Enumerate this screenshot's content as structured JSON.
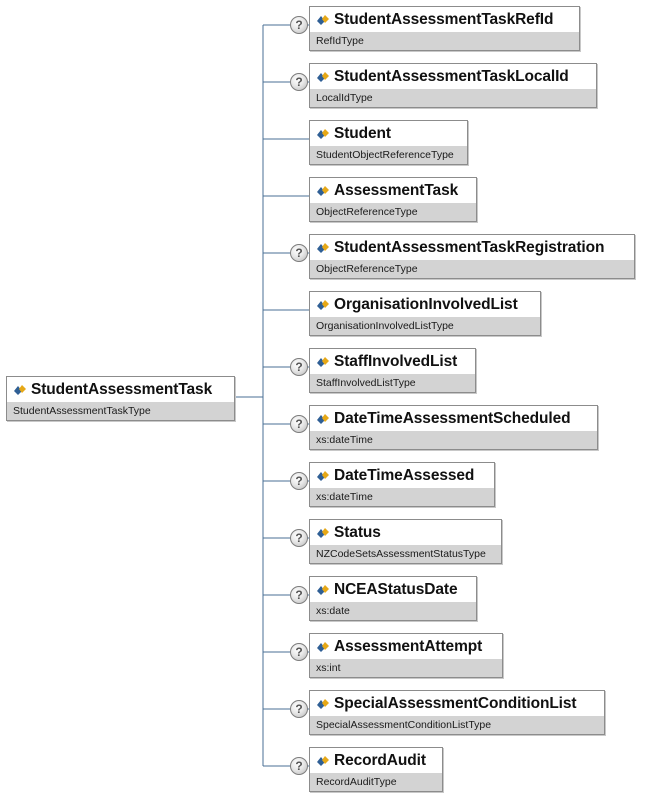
{
  "root": {
    "name": "StudentAssessmentTask",
    "type": "StudentAssessmentTaskType"
  },
  "children": [
    {
      "name": "StudentAssessmentTaskRefId",
      "type": "RefIdType",
      "optional": true
    },
    {
      "name": "StudentAssessmentTaskLocalId",
      "type": "LocalIdType",
      "optional": true
    },
    {
      "name": "Student",
      "type": "StudentObjectReferenceType",
      "optional": false
    },
    {
      "name": "AssessmentTask",
      "type": "ObjectReferenceType",
      "optional": false
    },
    {
      "name": "StudentAssessmentTaskRegistration",
      "type": "ObjectReferenceType",
      "optional": true
    },
    {
      "name": "OrganisationInvolvedList",
      "type": "OrganisationInvolvedListType",
      "optional": false
    },
    {
      "name": "StaffInvolvedList",
      "type": "StaffInvolvedListType",
      "optional": true
    },
    {
      "name": "DateTimeAssessmentScheduled",
      "type": "xs:dateTime",
      "optional": true
    },
    {
      "name": "DateTimeAssessed",
      "type": "xs:dateTime",
      "optional": true
    },
    {
      "name": "Status",
      "type": "NZCodeSetsAssessmentStatusType",
      "optional": true
    },
    {
      "name": "NCEAStatusDate",
      "type": "xs:date",
      "optional": true
    },
    {
      "name": "AssessmentAttempt",
      "type": "xs:int",
      "optional": true
    },
    {
      "name": "SpecialAssessmentConditionList",
      "type": "SpecialAssessmentConditionListType",
      "optional": true
    },
    {
      "name": "RecordAudit",
      "type": "RecordAuditType",
      "optional": true
    }
  ],
  "optional_marker": "?",
  "icons": {
    "element": "element-icon",
    "optional": "question-mark-icon"
  },
  "colors": {
    "connector": "#4a6f96",
    "type_band": "#d3d3d3",
    "border": "#8c8c8c"
  }
}
